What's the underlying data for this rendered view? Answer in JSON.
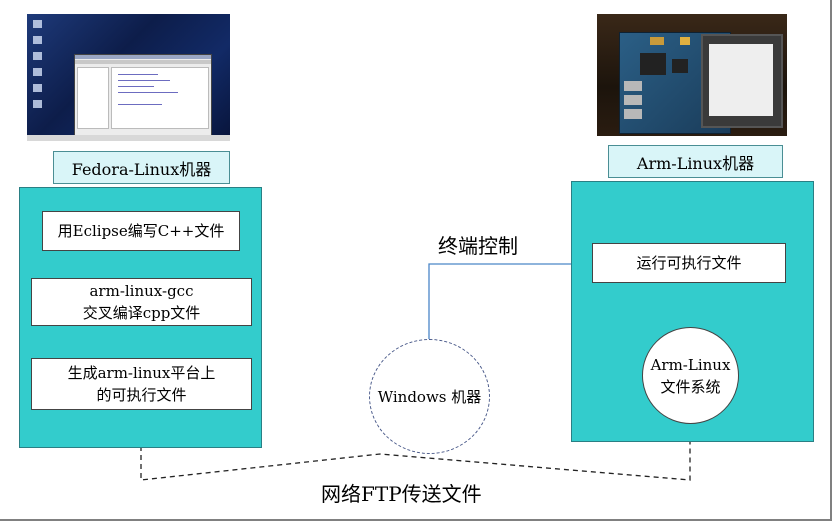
{
  "fedora": {
    "label": "Fedora-Linux机器",
    "steps": [
      {
        "lines": [
          "用Eclipse编写C++文件"
        ]
      },
      {
        "lines": [
          "arm-linux-gcc",
          "交叉编译cpp文件"
        ]
      },
      {
        "lines": [
          "生成arm-linux平台上",
          "的可执行文件"
        ]
      }
    ]
  },
  "arm": {
    "label": "Arm-Linux机器",
    "run_step": "运行可执行文件",
    "fs_lines": [
      "Arm-Linux",
      "文件系统"
    ]
  },
  "windows": {
    "lines": [
      "Windows",
      "机器"
    ]
  },
  "edges": {
    "terminal_control": "终端控制",
    "network_ftp": "网络FTP传送文件"
  },
  "colors": {
    "panel": "#33cccc",
    "label_bg": "#d9f5f8",
    "solid_arrow": "#4a86c8",
    "dashed_arrow": "#222222"
  }
}
